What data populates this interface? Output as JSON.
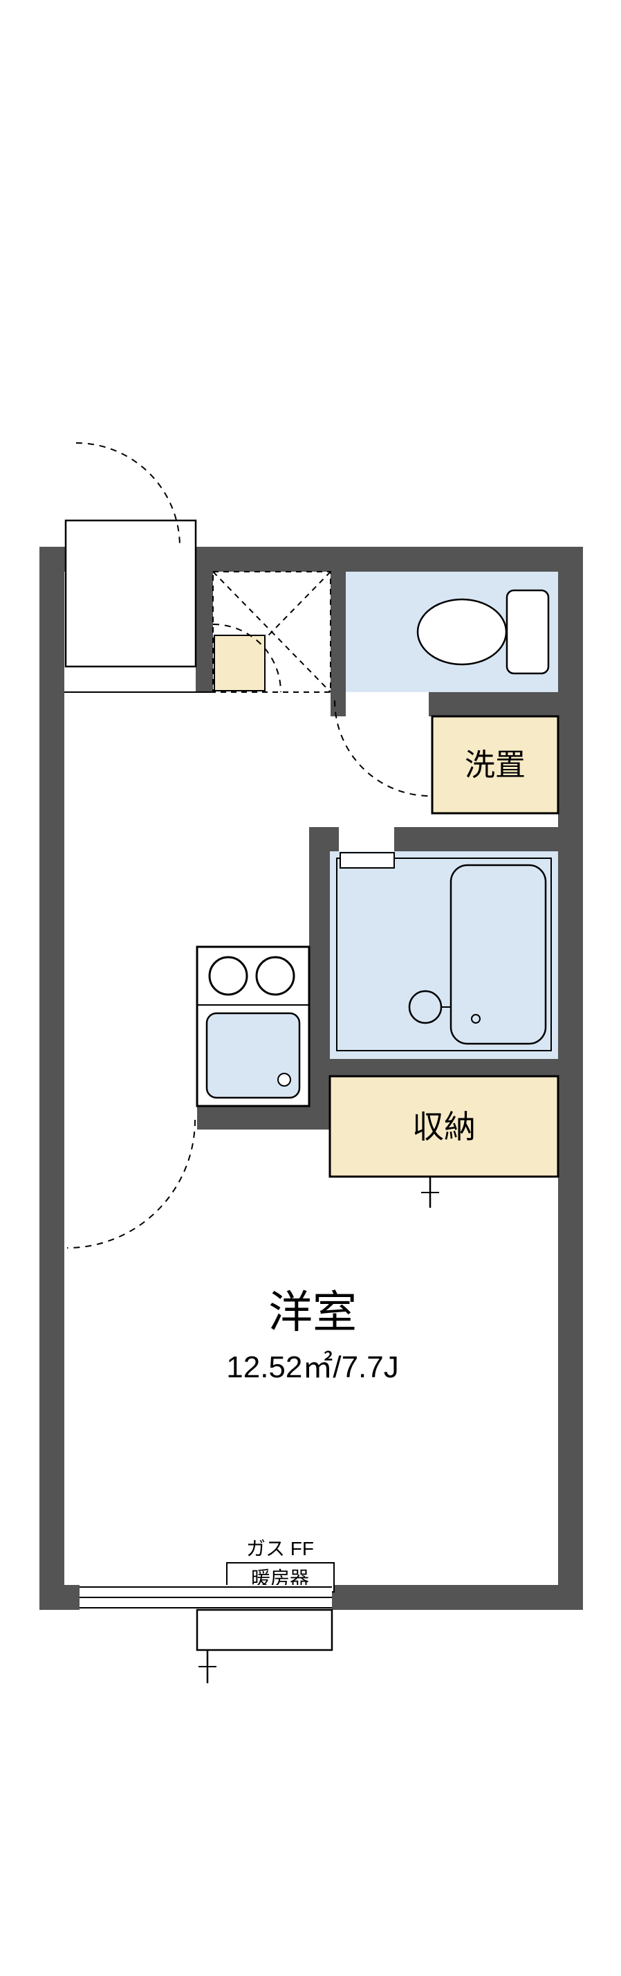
{
  "floorplan": {
    "colors": {
      "wall": "#545454",
      "water_area": "#d8e6f4",
      "storage_area": "#f7eac6",
      "line": "#000000",
      "background": "#ffffff"
    },
    "labels": {
      "washer": "洗置",
      "closet": "収納",
      "room_name": "洋室",
      "room_size": "12.52㎡/7.7J",
      "heater_type": "ガス FF",
      "heater_name": "暖房器"
    }
  }
}
